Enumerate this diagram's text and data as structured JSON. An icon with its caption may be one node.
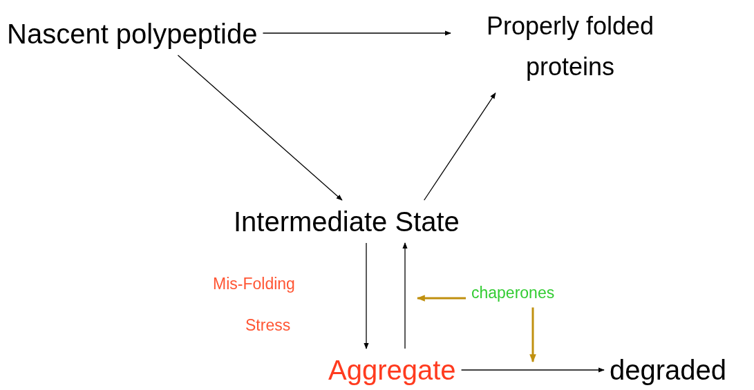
{
  "diagram": {
    "nodes": [
      {
        "text": [
          "Nascent polypeptide"
        ]
      },
      {
        "text": [
          "Properly folded proteins"
        ]
      },
      {
        "text": [
          "Intermediate State"
        ]
      },
      {
        "text": [
          "Aggregate"
        ]
      },
      {
        "text": [
          "degraded"
        ]
      },
      {
        "text": [
          "chaperones"
        ]
      }
    ],
    "edges": [
      {
        "from": 0,
        "to": 1,
        "arrow": "to"
      },
      {
        "from": 0,
        "to": 2,
        "arrow": "to"
      },
      {
        "from": 2,
        "to": 1,
        "arrow": "to"
      },
      {
        "from": 2,
        "to": 3,
        "arrow": "to"
      },
      {
        "from": 3,
        "to": 2,
        "arrow": "to"
      },
      {
        "from": 3,
        "to": 4,
        "arrow": "to"
      },
      {
        "from": 5,
        "to": null,
        "arrow": "to",
        "style": "thick",
        "color": "#c0900f"
      },
      {
        "from": 5,
        "to": null,
        "arrow": "to",
        "style": "thick",
        "color": "#c0900f"
      }
    ],
    "labels": [
      "Mis-Folding",
      "Stress"
    ]
  }
}
